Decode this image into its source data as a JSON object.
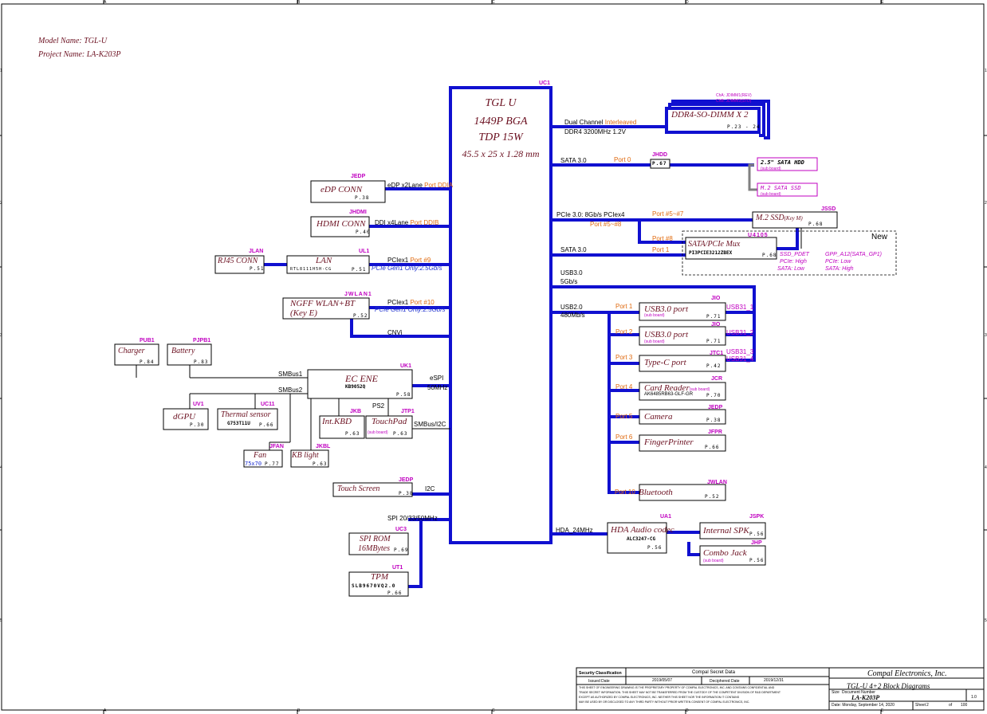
{
  "header": {
    "model": "Model Name: TGL-U",
    "project": "Project Name:  LA-K203P"
  },
  "cpu": {
    "designator": "UC1",
    "name": "TGL U",
    "package": "1449P BGA",
    "tdp": "TDP 15W",
    "size": "45.5 x 25 x 1.28  mm"
  },
  "ddr": {
    "label1": "Dual Channel",
    "label1b": "Interleaved",
    "label2": "DDR4 3200MHz 1.2V",
    "title": "DDR4-SO-DIMM X 2",
    "page": "P.23 - 24",
    "cha": "ChA: JDIMM1(REV)",
    "chb": "ChB: JDIMM2(STD)"
  },
  "left": {
    "edp": {
      "des": "JEDP",
      "title": "eDP CONN",
      "page": "P.38",
      "bus": "eDP x2Lane",
      "port": "Port DDIA"
    },
    "hdmi": {
      "des": "JHDMI",
      "title": "HDMI CONN",
      "page": "P.40",
      "bus": "DDI x4Lane",
      "port": "Port DDIB"
    },
    "rj45": {
      "des": "JLAN",
      "title": "RJ45 CONN",
      "page": "P.51"
    },
    "lan": {
      "des": "UL1",
      "title": "LAN",
      "part": "RTL8111H5H-CG",
      "page": "P.51",
      "bus": "PCIex1",
      "port": "Port #9",
      "note": "PCIe Gen1 Only:2.5Gb/s"
    },
    "wlan": {
      "des": "JWLAN1",
      "title": "NGFF WLAN+BT",
      "title2": "(Key E)",
      "page": "P.52",
      "bus": "PCIex1",
      "port": "Port #10",
      "note": "PCIe Gen1 Only:2.5Gb/s",
      "cnvi": "CNVi"
    },
    "charger": {
      "des": "PUB1",
      "title": "Charger",
      "page": "P.84"
    },
    "battery": {
      "des": "PJPB1",
      "title": "Battery",
      "page": "P.83"
    },
    "ec": {
      "des": "UK1",
      "title": "EC ENE",
      "part": "KB9052Q",
      "page": "P.58",
      "smbus1": "SMBus1",
      "smbus2": "SMBus2",
      "espi": "eSPI",
      "espi2": "50MHz",
      "ps2": "PS2",
      "smbus_i2c": "SMBus/I2C"
    },
    "dgpu": {
      "des": "UV1",
      "title": "dGPU",
      "page": "P.30"
    },
    "thermal": {
      "des": "UC11",
      "title": "Thermal sensor",
      "part": "G753T11U",
      "page": "P.66"
    },
    "intkbd": {
      "des": "JKB",
      "title": "Int.KBD",
      "page": "P.63"
    },
    "touchpad": {
      "des": "JTP1",
      "title": "TouchPad",
      "sub": "(sub board)",
      "page": "P.63"
    },
    "fan": {
      "des": "JFAN",
      "title": "Fan",
      "size": "75x70",
      "page": "P.77"
    },
    "kblight": {
      "des": "JKBL",
      "title": "KB light",
      "page": "P.63"
    },
    "touchscreen": {
      "des": "JEDP",
      "title": "Touch Screen",
      "page": "P.38",
      "bus": "I2C"
    },
    "spi": {
      "des": "UC3",
      "title": "SPI ROM",
      "title2": "16MBytes",
      "page": "P.69",
      "bus": "SPI 20/33/50MHz"
    },
    "tpm": {
      "des": "UT1",
      "title": "TPM",
      "part": "SLB9670VQ2.0",
      "page": "P.66"
    }
  },
  "right": {
    "sata0": {
      "bus": "SATA 3.0",
      "port": "Port 0",
      "des": "JHDD",
      "page": "P.67"
    },
    "hdd": {
      "title": "2.5\" SATA HDD",
      "sub": "(sub board)"
    },
    "m2sata": {
      "title": "M.2 SATA SSD",
      "sub": "(sub board)"
    },
    "pcie": {
      "bus": "PCIe 3.0: 8Gb/s",
      "bus2": "PCIex4",
      "port1": "Port #5~#7",
      "port2": "Port #5~#8",
      "port3": "Port #8"
    },
    "ssd": {
      "des": "JSSD",
      "title": "M.2 SSD",
      "key": "(Key M)",
      "page": "P.68"
    },
    "sata1": {
      "bus": "SATA 3.0",
      "port": "Port 1"
    },
    "mux": {
      "des": "U4105",
      "title": "SATA/PCIe Mux",
      "part": "PI3PCIE3212ZBEX",
      "page": "P.68",
      "new": "New",
      "n1": "SSD_PDET",
      "n2": "PCIe: High",
      "n3": "SATA: Low",
      "n4": "GPP_A12(SATA_GP1)",
      "n5": "PCIe: Low",
      "n6": "SATA: High"
    },
    "usb3": {
      "bus": "USB3.0",
      "speed": "5Gb/s"
    },
    "usb2": {
      "bus": "USB2.0",
      "speed": "480Mb/s"
    },
    "usb_a": {
      "port": "Port 1",
      "des": "JIO",
      "title": "USB3.0 port",
      "sub": "(sub board)",
      "page": "P.71",
      "tag": "USB31_1"
    },
    "usb_b": {
      "port": "Port 2",
      "des": "JIO",
      "title": "USB3.0 port",
      "sub": "(sub board)",
      "page": "P.71",
      "tag": "USB31_2"
    },
    "typec": {
      "port": "Port 3",
      "des": "JTC1",
      "title": "Type-C port",
      "page": "P.42",
      "tag1": "USB31_3",
      "tag2": "USB31_4"
    },
    "card": {
      "port": "Port 4",
      "des": "JCR",
      "title": "Card Reader",
      "sub": "(sub board)",
      "part": "AK6485RB63-GLF-GR",
      "page": "P.70"
    },
    "camera": {
      "port": "Port 5",
      "des": "JEDP",
      "title": "Camera",
      "page": "P.38"
    },
    "finger": {
      "port": "Port 6",
      "des": "JFPR",
      "title": "FingerPrinter",
      "page": "P.66"
    },
    "bt": {
      "port": "Port 10",
      "des": "JWLAN",
      "title": "Bluetooth",
      "page": "P.52"
    },
    "hda": {
      "bus": "HDA_24MHz",
      "des": "UA1",
      "title": "HDA Audio codec",
      "part": "ALC3247-CG",
      "page": "P.56"
    },
    "spk": {
      "des": "JSPK",
      "title": "Internal SPK",
      "page": "P.56"
    },
    "combo": {
      "des": "JHP",
      "title": "Combo Jack",
      "sub": "(sub board)",
      "page": "P.56"
    }
  },
  "titleblock": {
    "sec": "Security Classification",
    "secret": "Compal Secret Data",
    "issued": "Issued Date",
    "d1": "2019/05/07",
    "decl": "Deciphered Date",
    "d2": "2019/12/31",
    "company": "Compal Electronics, Inc.",
    "doc": "TGL-U 4+2 Block Diagrams",
    "num": "LA-K203P",
    "rev": "1.0",
    "size": "Size",
    "docnum": "Document Number",
    "date": "Date: Monday, September 14, 2020",
    "sheet": "Sheet",
    "sheetno": "2",
    "of": "of",
    "total": "100",
    "legal1": "THIS SHEET OF ENGINEERING DRAWING IS THE PROPRIETARY PROPERTY OF COMPAL ELECTRONICS, INC. AND CONTAINS CONFIDENTIAL AND",
    "legal2": "TRADE SECRET INFORMATION. THIS SHEET MAY NOT BE TRANSFERRED FROM THE CUSTODY OF THE COMPETENT DIVISION OF R&D DEPARTMENT",
    "legal3": "EXCEPT AS AUTHORIZED BY COMPAL ELECTRONICS, INC. NEITHER THIS SHEET NOR THE INFORMATION IT CONTAINS",
    "legal4": "MAY BE USED BY OR DISCLOSED TO ANY THIRD PARTY WITHOUT PRIOR WRITTEN CONSENT OF COMPAL ELECTRONICS, INC."
  },
  "frame": {
    "cols": [
      "A",
      "B",
      "C",
      "D",
      "E"
    ],
    "rows": [
      "1",
      "2",
      "3",
      "4",
      "5"
    ]
  }
}
